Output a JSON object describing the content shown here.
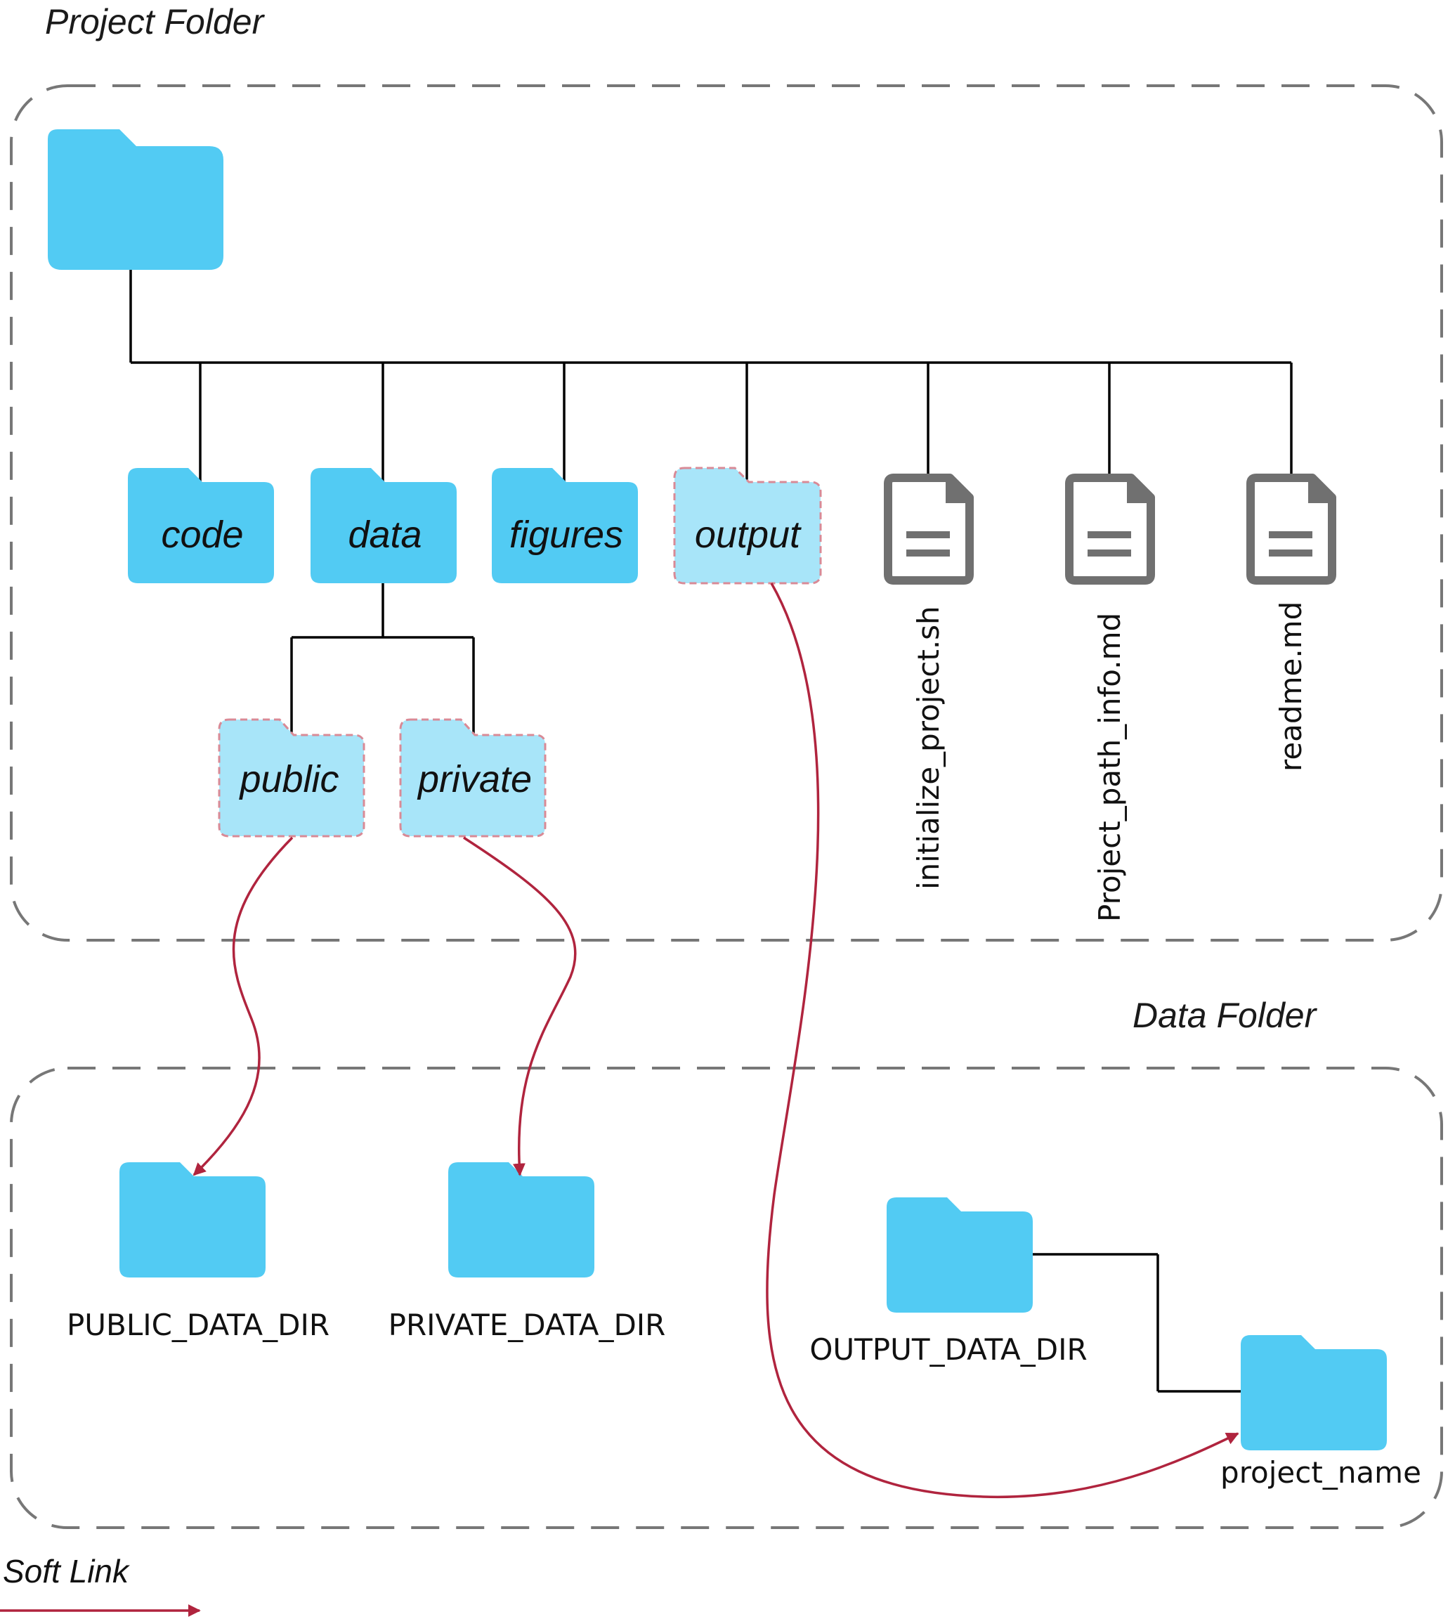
{
  "colors": {
    "folder_solid": "#52cbf3",
    "folder_light": "#a8e5f9",
    "folder_dash": "#d98a96",
    "file_gray": "#707070",
    "link_red": "#b0243e",
    "tree_line": "#000000",
    "container_dash": "#777777"
  },
  "project_folder": {
    "title": "Project Folder",
    "children": [
      {
        "label": "code",
        "kind": "folder"
      },
      {
        "label": "data",
        "kind": "folder"
      },
      {
        "label": "figures",
        "kind": "folder"
      },
      {
        "label": "output",
        "kind": "soft-link-folder"
      },
      {
        "label": "initialize_project.sh",
        "kind": "file"
      },
      {
        "label": "Project_path_info.md",
        "kind": "file"
      },
      {
        "label": "readme.md",
        "kind": "file"
      }
    ],
    "data_children": [
      {
        "label": "public",
        "kind": "soft-link-folder"
      },
      {
        "label": "private",
        "kind": "soft-link-folder"
      }
    ]
  },
  "data_folder": {
    "title": "Data Folder",
    "dirs": [
      {
        "label": "PUBLIC_DATA_DIR"
      },
      {
        "label": "PRIVATE_DATA_DIR"
      },
      {
        "label": "OUTPUT_DATA_DIR"
      },
      {
        "label": "project_name"
      }
    ]
  },
  "legend": {
    "soft_link_label": "Soft Link"
  }
}
